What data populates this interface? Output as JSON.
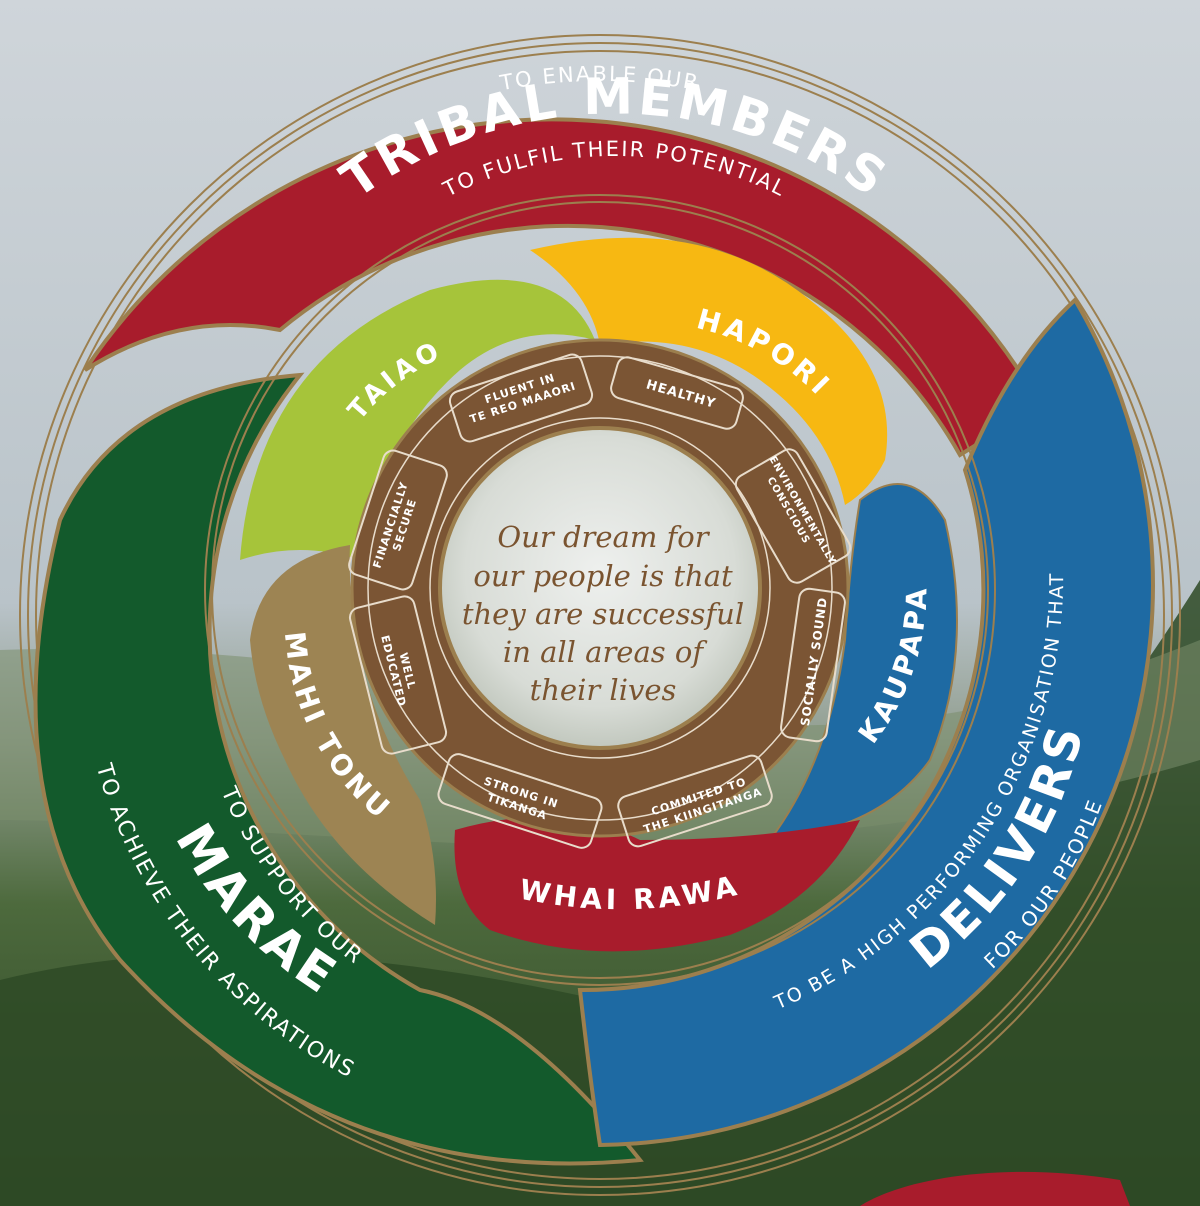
{
  "colors": {
    "red": "#a81c2c",
    "green": "#135a2c",
    "blue": "#1e6aa3",
    "lime": "#a6c43a",
    "yellow": "#f7b812",
    "tan": "#9d8453",
    "brown": "#7b5534",
    "gold": "#9c7f4e"
  },
  "outer": {
    "tribal": {
      "top": "TO ENABLE OUR",
      "main": "TRIBAL MEMBERS",
      "bottom": "TO FULFIL THEIR POTENTIAL"
    },
    "marae": {
      "top": "TO SUPPORT OUR",
      "main": "MARAE",
      "bottom": "TO ACHIEVE THEIR ASPIRATIONS"
    },
    "delivers": {
      "top": "TO BE A HIGH PERFORMING ORGANISATION THAT",
      "main": "DELIVERS",
      "bottom": "FOR OUR PEOPLE"
    }
  },
  "middle": {
    "taiao": "TAIAO",
    "hapori": "HAPORI",
    "kaupapa": "KAUPAPA",
    "whai_rawa": "WHAI RAWA",
    "mahi_tonu": "MAHI TONU"
  },
  "ring": {
    "fluent_1": "FLUENT IN",
    "fluent_2": "TE REO MAAORI",
    "healthy": "HEALTHY",
    "env_1": "ENVIRONMENTALLY",
    "env_2": "CONSCIOUS",
    "socially": "SOCIALLY SOUND",
    "kiingitanga_1": "COMMITED TO",
    "kiingitanga_2": "THE KIINGITANGA",
    "tikanga_1": "STRONG IN",
    "tikanga_2": "TIKANGA",
    "educated_1": "WELL",
    "educated_2": "EDUCATED",
    "financial_1": "FINANCIALLY",
    "financial_2": "SECURE"
  },
  "center": {
    "line1": "Our dream for",
    "line2": "our people is that",
    "line3": "they are successful",
    "line4": "in all areas of",
    "line5": "their lives"
  }
}
